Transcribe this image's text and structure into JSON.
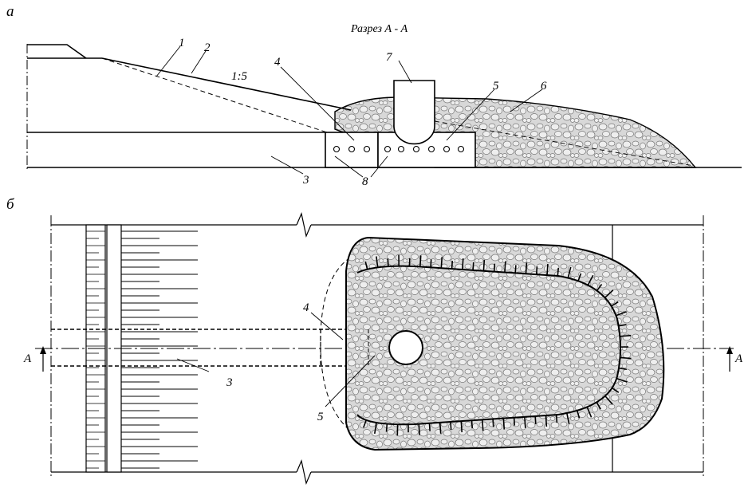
{
  "figure": {
    "panel_a": "а",
    "panel_b": "б",
    "section_title": "Разрез А - А",
    "slope_ratio": "1:5",
    "section_marker": "А"
  },
  "labels": {
    "l1": "1",
    "l2": "2",
    "l3": "3",
    "l4": "4",
    "l5": "5",
    "l6": "6",
    "l7": "7",
    "l8": "8"
  },
  "colors": {
    "line": "#000000",
    "fill": "#d8d8d8",
    "stone_outline": "#ffffff"
  }
}
